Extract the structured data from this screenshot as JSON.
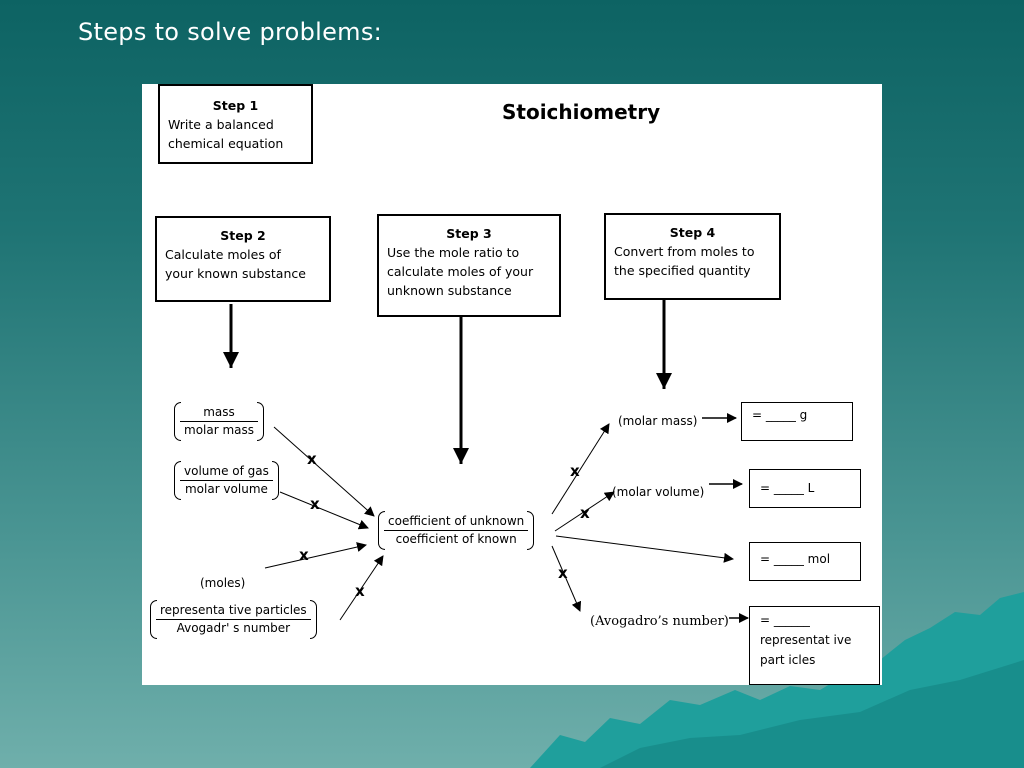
{
  "slide": {
    "title": "Steps to solve problems:"
  },
  "figure": {
    "title": "Stoichiometry",
    "steps": [
      {
        "heading": "Step 1",
        "lines": [
          "Write a balanced",
          "chemical equation"
        ]
      },
      {
        "heading": "Step 2",
        "lines": [
          "Calculate moles of",
          "your known substance"
        ]
      },
      {
        "heading": "Step 3",
        "lines": [
          "Use the mole ratio to",
          "calculate moles of your",
          "unknown substance"
        ]
      },
      {
        "heading": "Step 4",
        "lines": [
          "Convert from moles to",
          "the specified quantity"
        ]
      }
    ],
    "left_factors": {
      "mass": {
        "num": "mass",
        "den": "molar mass"
      },
      "gas": {
        "num": "volume of gas",
        "den": "molar volume"
      },
      "moles": "(moles)",
      "particles": {
        "num": "representa tive  particles",
        "den": "Avogadr' s number"
      }
    },
    "center_ratio": {
      "num": "coefficient of unknown",
      "den": "coefficient of known"
    },
    "multiply_symbol": "x",
    "right_labels": {
      "molar_mass": "(molar mass)",
      "molar_volume": "(molar volume)",
      "avogadro": "(Avogadro’s number)"
    },
    "results": {
      "grams": "=  _____  g",
      "liters": "=  _____  L",
      "moles": "=  _____  mol",
      "particles": [
        "= ______",
        "representat ive",
        "part icles"
      ]
    }
  },
  "colors": {
    "background_top": "#0d6363",
    "background_bottom": "#6fafab",
    "mountain": "#1f9f9c"
  }
}
